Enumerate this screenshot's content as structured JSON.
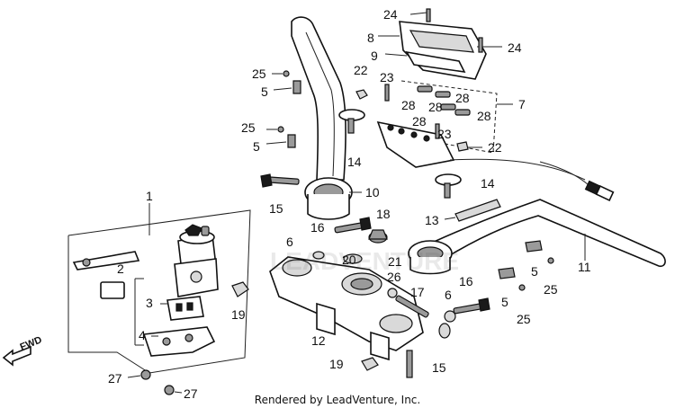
{
  "footer": {
    "text": "Rendered by LeadVenture, Inc."
  },
  "direction": {
    "label": "FWD",
    "icon": "arrow-left-icon"
  },
  "callouts": [
    {
      "id": "c24a",
      "label": "24"
    },
    {
      "id": "c8",
      "label": "8"
    },
    {
      "id": "c24b",
      "label": "24"
    },
    {
      "id": "c9",
      "label": "9"
    },
    {
      "id": "c25a",
      "label": "25"
    },
    {
      "id": "c5a",
      "label": "5"
    },
    {
      "id": "c22a",
      "label": "22"
    },
    {
      "id": "c23a",
      "label": "23"
    },
    {
      "id": "c28a",
      "label": "28"
    },
    {
      "id": "c28b",
      "label": "28"
    },
    {
      "id": "c28c",
      "label": "28"
    },
    {
      "id": "c28d",
      "label": "28"
    },
    {
      "id": "c28e",
      "label": "28"
    },
    {
      "id": "c7",
      "label": "7"
    },
    {
      "id": "c25b",
      "label": "25"
    },
    {
      "id": "c5b",
      "label": "5"
    },
    {
      "id": "c23b",
      "label": "23"
    },
    {
      "id": "c22b",
      "label": "22"
    },
    {
      "id": "c14a",
      "label": "14"
    },
    {
      "id": "c14b",
      "label": "14"
    },
    {
      "id": "c10",
      "label": "10"
    },
    {
      "id": "c15a",
      "label": "15"
    },
    {
      "id": "c1",
      "label": "1"
    },
    {
      "id": "c16a",
      "label": "16"
    },
    {
      "id": "c18",
      "label": "18"
    },
    {
      "id": "c13",
      "label": "13"
    },
    {
      "id": "c11",
      "label": "11"
    },
    {
      "id": "c6a",
      "label": "6"
    },
    {
      "id": "c20",
      "label": "20"
    },
    {
      "id": "c21",
      "label": "21"
    },
    {
      "id": "c26",
      "label": "26"
    },
    {
      "id": "c5c",
      "label": "5"
    },
    {
      "id": "c2",
      "label": "2"
    },
    {
      "id": "c25c",
      "label": "25"
    },
    {
      "id": "c17",
      "label": "17"
    },
    {
      "id": "c16b",
      "label": "16"
    },
    {
      "id": "c5d",
      "label": "5"
    },
    {
      "id": "c3",
      "label": "3"
    },
    {
      "id": "c19a",
      "label": "19"
    },
    {
      "id": "c6b",
      "label": "6"
    },
    {
      "id": "c25d",
      "label": "25"
    },
    {
      "id": "c4",
      "label": "4"
    },
    {
      "id": "c12",
      "label": "12"
    },
    {
      "id": "c19b",
      "label": "19"
    },
    {
      "id": "c15b",
      "label": "15"
    },
    {
      "id": "c27a",
      "label": "27"
    },
    {
      "id": "c27b",
      "label": "27"
    }
  ]
}
